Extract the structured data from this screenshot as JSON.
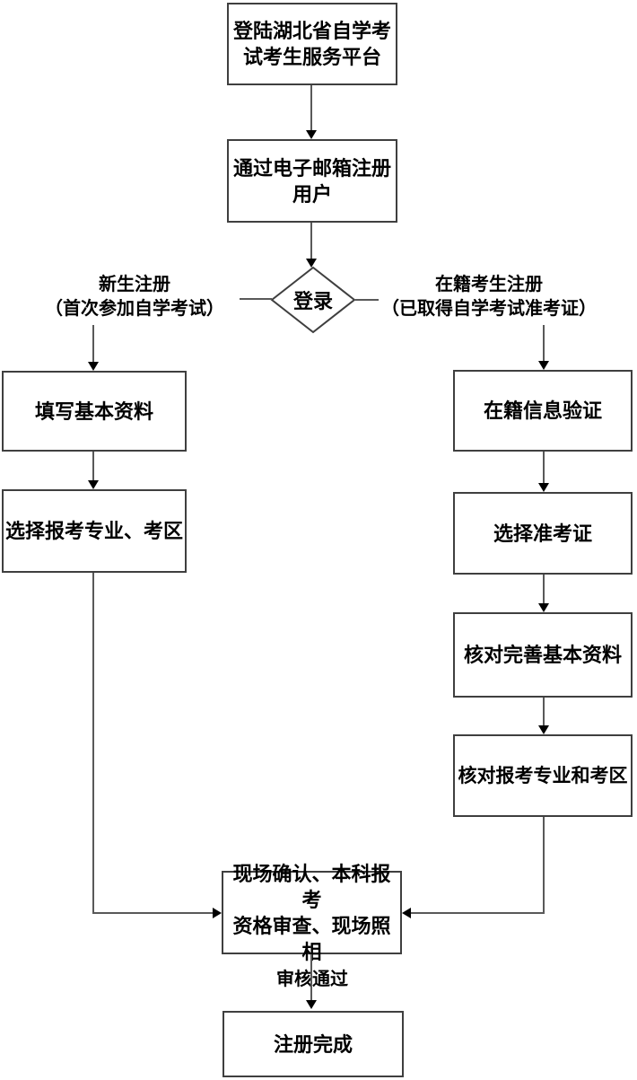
{
  "colors": {
    "background": "#ffffff",
    "box_border": "#3f3f3f",
    "connector_line": "#595959",
    "arrowhead": "#000000",
    "text": "#000000"
  },
  "diagram": {
    "nodes": {
      "login_platform": {
        "label": "登陆湖北省自学考\n试考生服务平台"
      },
      "register_email": {
        "label": "通过电子邮箱注册\n用户"
      },
      "login_decision": {
        "label": "登录"
      },
      "fill_basic_info": {
        "label": "填写基本资料"
      },
      "select_major_area": {
        "label": "选择报考专业、考区"
      },
      "verify_enrolled_info": {
        "label": "在籍信息验证"
      },
      "select_ticket": {
        "label": "选择准考证"
      },
      "check_basic_info": {
        "label": "核对完善基本资料"
      },
      "check_major_area": {
        "label": "核对报考专业和考区"
      },
      "onsite_confirm": {
        "label": "现场确认、本科报考\n资格审查、现场照相"
      },
      "register_complete": {
        "label": "注册完成"
      }
    },
    "edge_labels": {
      "new_student": "新生注册\n（首次参加自学考试）",
      "enrolled_student": "在籍考生注册\n（已取得自学考试准考证）",
      "review_passed": "审核通过"
    }
  }
}
